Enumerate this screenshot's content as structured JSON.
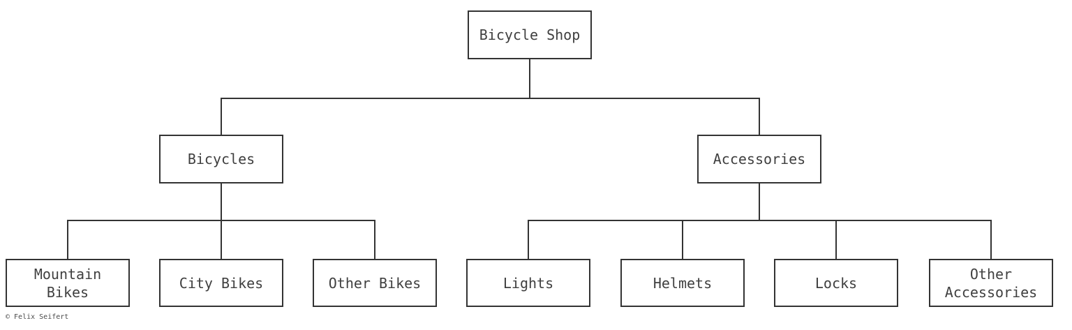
{
  "diagram": {
    "type": "tree",
    "nodes": {
      "root": {
        "label": "Bicycle Shop"
      },
      "bicycles": {
        "label": "Bicycles"
      },
      "accessories": {
        "label": "Accessories"
      },
      "mountain_bikes": {
        "label": "Mountain Bikes"
      },
      "city_bikes": {
        "label": "City Bikes"
      },
      "other_bikes": {
        "label": "Other Bikes"
      },
      "lights": {
        "label": "Lights"
      },
      "helmets": {
        "label": "Helmets"
      },
      "locks": {
        "label": "Locks"
      },
      "other_accessories": {
        "label": "Other Accessories"
      }
    },
    "hierarchy": {
      "Bicycle Shop": [
        "Bicycles",
        "Accessories"
      ],
      "Bicycles": [
        "Mountain Bikes",
        "City Bikes",
        "Other Bikes"
      ],
      "Accessories": [
        "Lights",
        "Helmets",
        "Locks",
        "Other Accessories"
      ]
    }
  },
  "footer": {
    "credit": "© Felix Seifert"
  },
  "colors": {
    "background": "#ffffff",
    "node_border": "#333333",
    "node_text": "#3f3f3f",
    "connector": "#333333",
    "credit_text": "#4a4a4a"
  }
}
